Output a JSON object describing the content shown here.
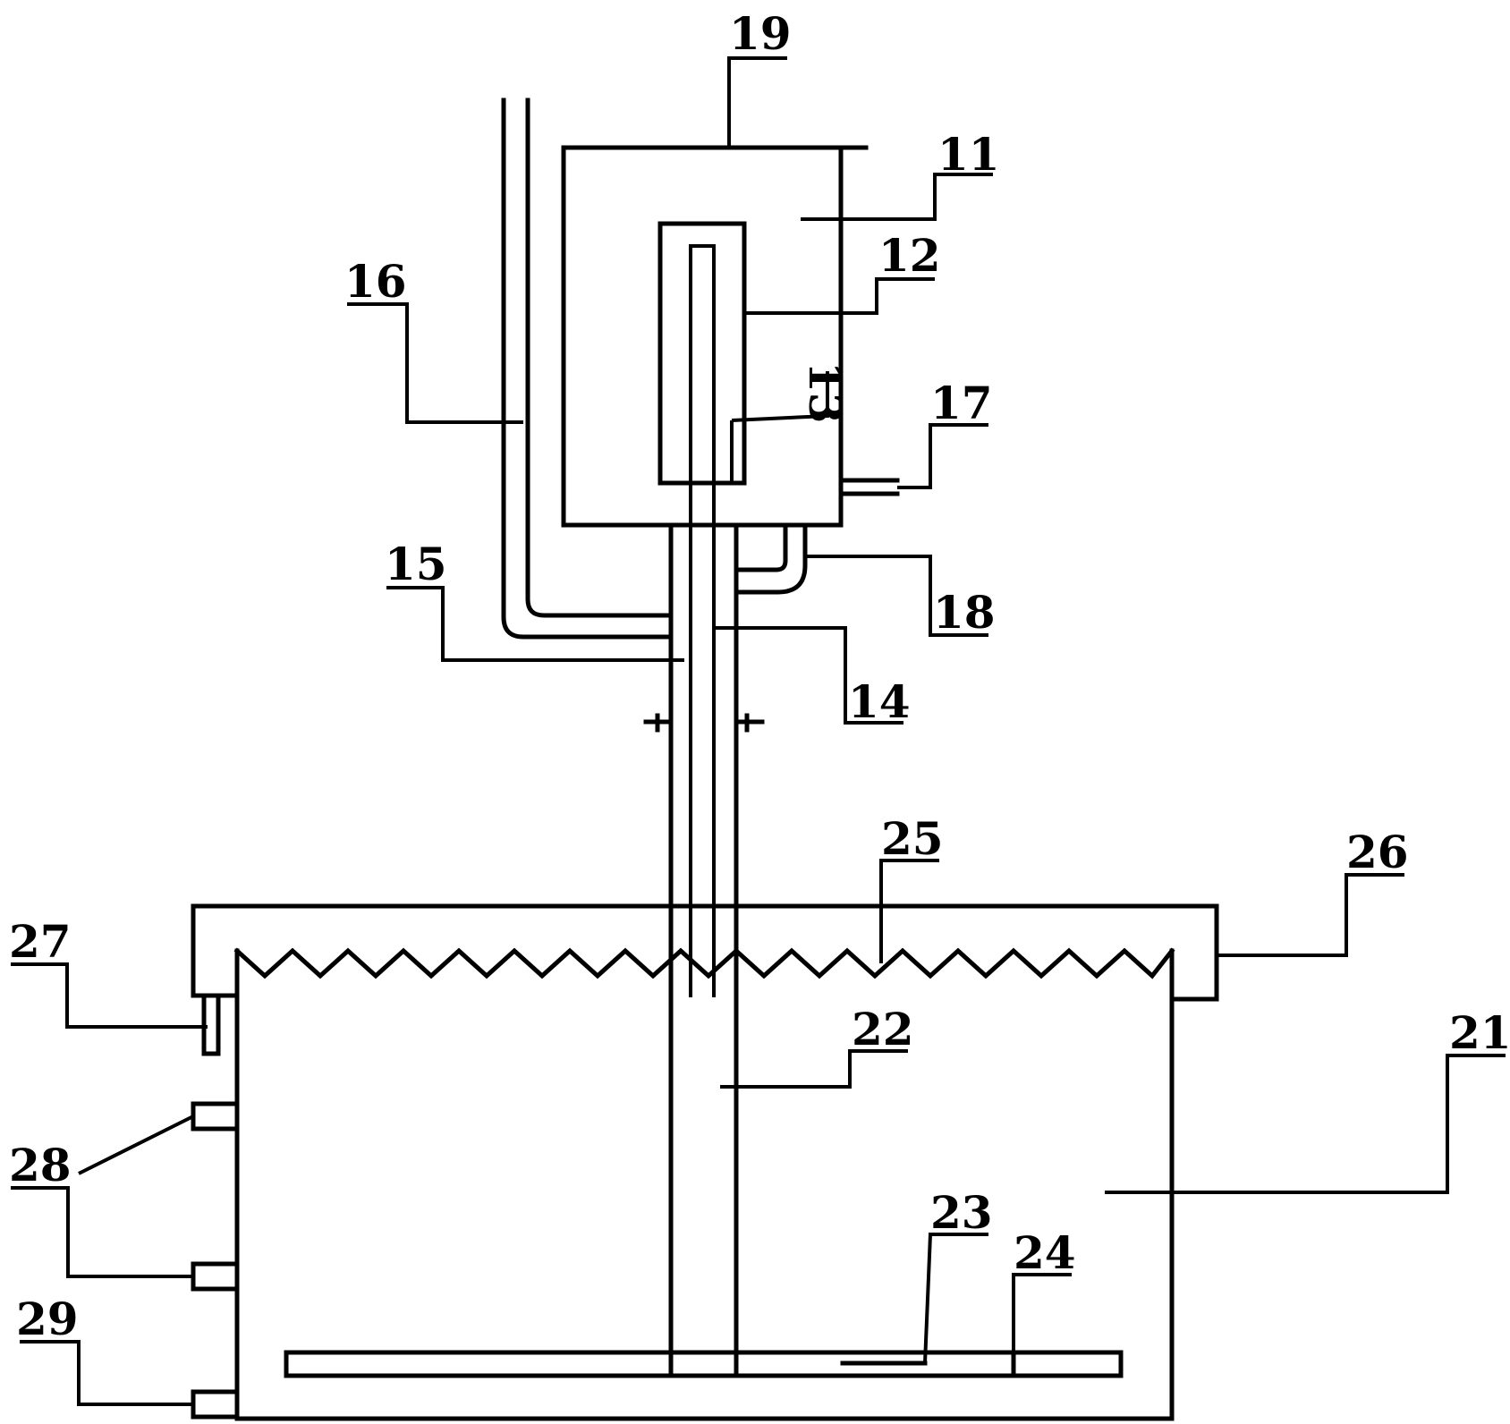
{
  "diagram": {
    "labels": {
      "l11": "11",
      "l12": "12",
      "l13": "13",
      "l14": "14",
      "l15": "15",
      "l16": "16",
      "l17": "17",
      "l18": "18",
      "l19": "19",
      "l21": "21",
      "l22": "22",
      "l23": "23",
      "l24": "24",
      "l25": "25",
      "l26": "26",
      "l27": "27",
      "l28": "28",
      "l29": "29"
    }
  }
}
